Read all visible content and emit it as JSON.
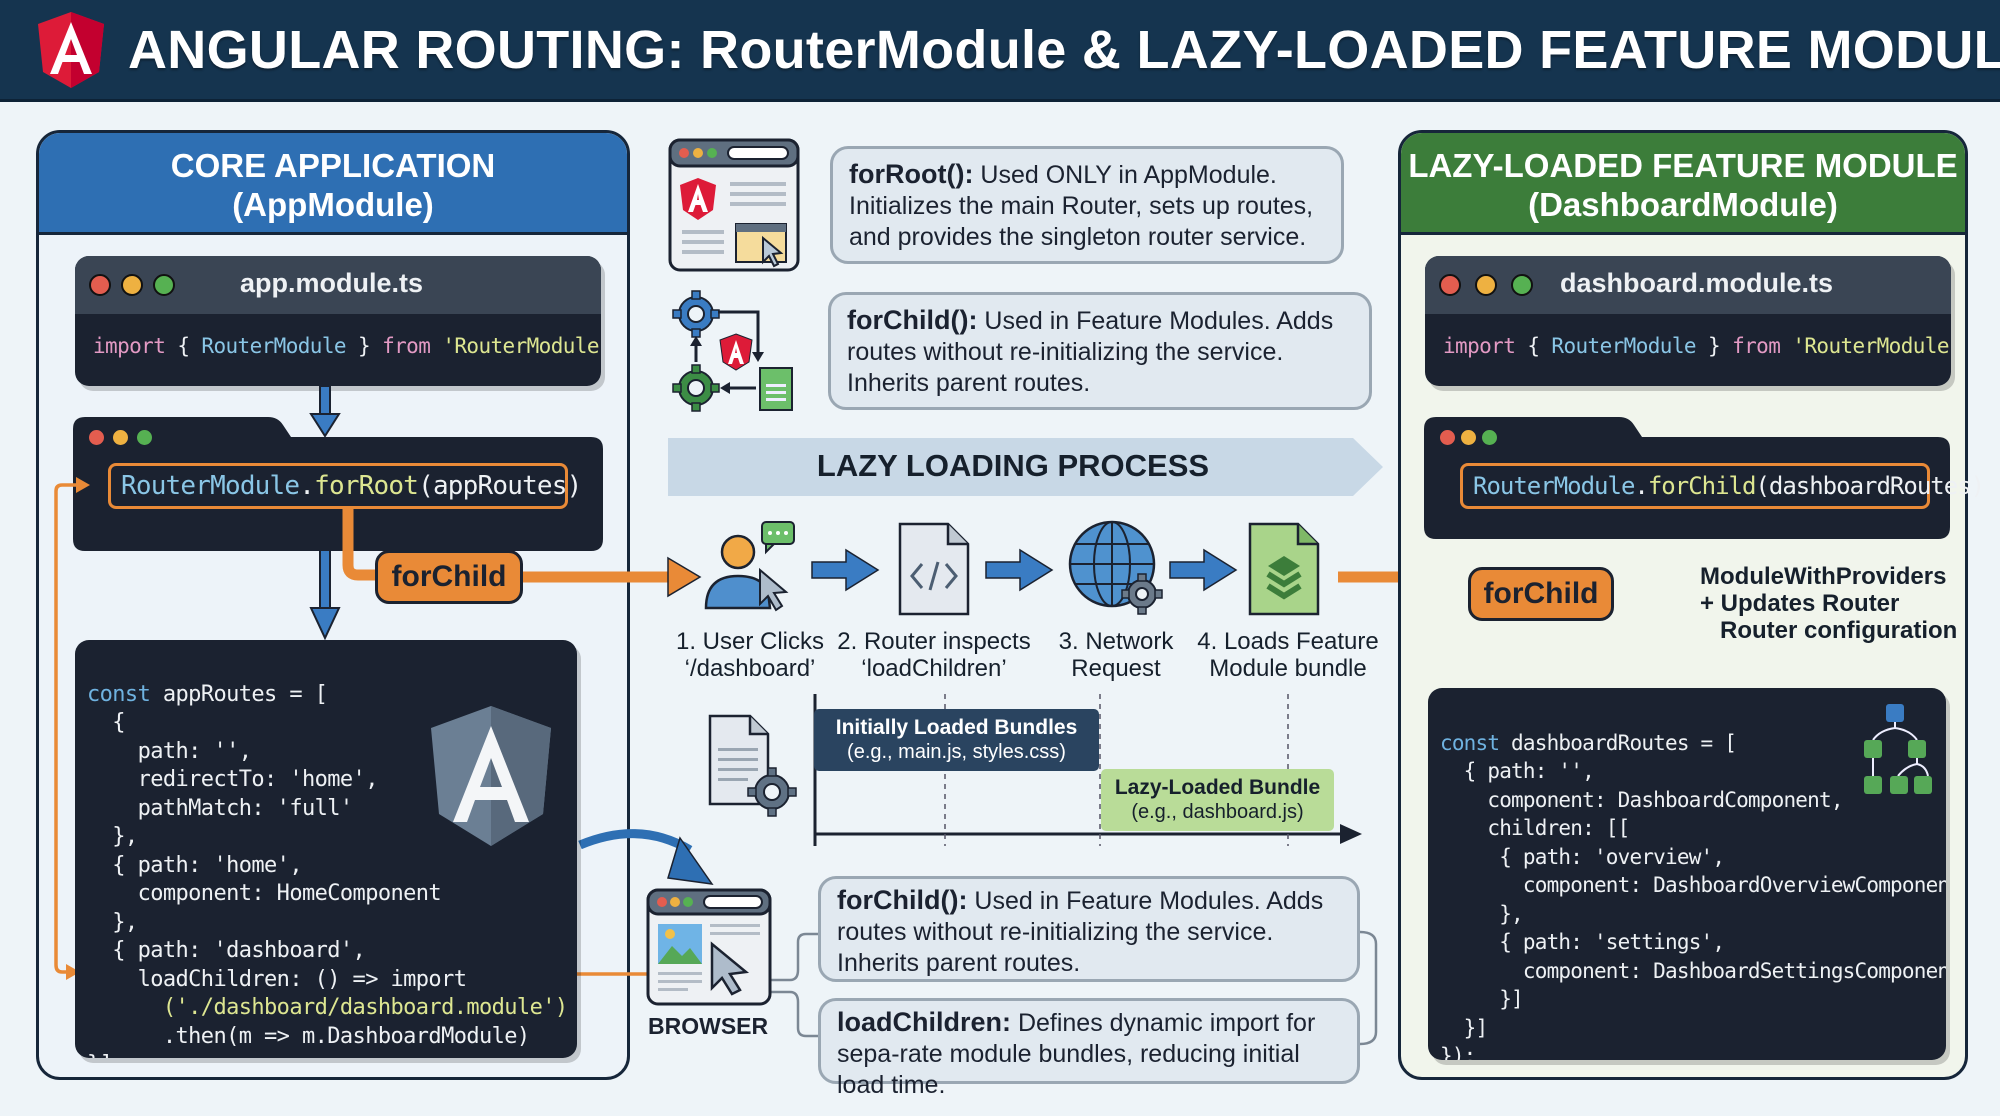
{
  "header": {
    "title": "ANGULAR ROUTING: RouterModule & LAZY-LOADED FEATURE MODULES",
    "logo_icon": "angular-shield-icon",
    "colors": {
      "background": "#15344f",
      "logo": "#dd1b38"
    }
  },
  "core_panel": {
    "title_line1": "CORE APPLICATION",
    "title_line2": "(AppModule)",
    "accent_color": "#2e6fb3",
    "file_window": {
      "filename": "app.module.ts",
      "import_line": {
        "kw_import": "import",
        "open": "{",
        "symbol": "RouterModule",
        "close": "}",
        "kw_from": "from",
        "source": "'RouterModule'"
      }
    },
    "router_call": {
      "object": "RouterModule",
      "dot": ".",
      "method": "forRoot",
      "args": "(appRoutes)"
    },
    "forchild_pill": "forChild",
    "routes_code": {
      "decl_kw": "const",
      "decl_rest": " appRoutes = [",
      "lines": [
        "  {",
        "    path: '',",
        "    redirectTo: 'home',",
        "    pathMatch: 'full'",
        "  },",
        "  { path: 'home',",
        "    component: HomeComponent",
        "  },",
        "  { path: 'dashboard',",
        "    loadChildren: () => import",
        "      ('./dashboard/dashboard.module')",
        "      .then(m => m.DashboardModule)",
        "}];"
      ]
    }
  },
  "feature_panel": {
    "title_line1": "LAZY-LOADED FEATURE MODULE",
    "title_line2": "(DashboardModule)",
    "accent_color": "#3c7d3a",
    "file_window": {
      "filename": "dashboard.module.ts",
      "import_line": {
        "kw_import": "import",
        "open": "{",
        "symbol": "RouterModule",
        "close": "}",
        "kw_from": "from",
        "source": "'RouterModule'"
      }
    },
    "router_call": {
      "object": "RouterModule",
      "dot": ".",
      "method": "forChild",
      "args": "(dashboardRoutes)"
    },
    "forchild_pill": "forChild",
    "note": "ModuleWithProviders\n+ Updates Router\n   Router configuration",
    "routes_code": {
      "decl_kw": "const",
      "decl_rest": " dashboardRoutes = [",
      "lines": [
        "  { path: '',",
        "    component: DashboardComponent,",
        "    children: [[",
        "     { path: 'overview',",
        "       component: DashboardOverviewComponent",
        "     },",
        "     { path: 'settings',",
        "       component: DashboardSettingsComponent",
        "     }]",
        "  }]",
        "});"
      ]
    }
  },
  "info": {
    "forroot": {
      "term": "forRoot():",
      "text": " Used ONLY in AppModule. Initializes the main Router, sets up routes, and provides the singleton router service."
    },
    "forchild_top": {
      "term": "forChild():",
      "text": " Used in Feature Modules. Adds routes without re-initializing the service. Inherits parent routes."
    },
    "forchild_bottom": {
      "term": "forChild():",
      "text": " Used in Feature Modules. Adds routes without re-initializing the service. Inherits parent routes."
    },
    "loadchildren": {
      "term": "loadChildren:",
      "text": " Defines dynamic import for sepa-rate module bundles, reducing initial load time."
    }
  },
  "lazy_process": {
    "title": "LAZY LOADING PROCESS",
    "steps": [
      {
        "line1": "1. User Clicks",
        "line2": "‘/dashboard’",
        "icon": "user-click-icon"
      },
      {
        "line1": "2. Router inspects",
        "line2": "‘loadChildren’",
        "icon": "code-file-icon"
      },
      {
        "line1": "3. Network",
        "line2": "Request",
        "icon": "globe-gear-icon"
      },
      {
        "line1": "4. Loads Feature",
        "line2": "Module bundle",
        "icon": "bundle-file-icon"
      }
    ]
  },
  "bundles": {
    "initial": {
      "title": "Initially Loaded Bundles",
      "subtitle": "(e.g., main.js, styles.css)",
      "color": "#2a4460"
    },
    "lazy": {
      "title": "Lazy-Loaded Bundle",
      "subtitle": "(e.g., dashboard.js)",
      "color": "#b9dc98"
    }
  },
  "browser": {
    "label": "BROWSER"
  }
}
